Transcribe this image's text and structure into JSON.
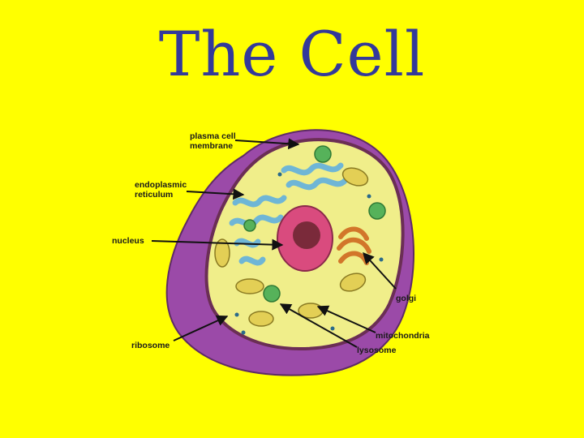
{
  "title": "The Cell",
  "labels": {
    "plasma_membrane": [
      "plasma cell",
      "membrane"
    ],
    "er": [
      "endoplasmic",
      "reticulum"
    ],
    "nucleus": "nucleus",
    "golgi": "golgi",
    "ribosome": "ribosome",
    "mitochondria": "mitochondria",
    "lysosome": "lysosome"
  },
  "colors": {
    "background": "#ffff00",
    "title": "#33399a",
    "membrane": "#9b4aa8",
    "cytoplasm": "#f0ee8a",
    "nucleus": "#d94b7e",
    "nucleolus": "#7a2a3a",
    "er": "#7fc3df",
    "golgi": "#d2762a",
    "mitochondria": "#e3cf55",
    "lysosome": "#56b25a"
  }
}
